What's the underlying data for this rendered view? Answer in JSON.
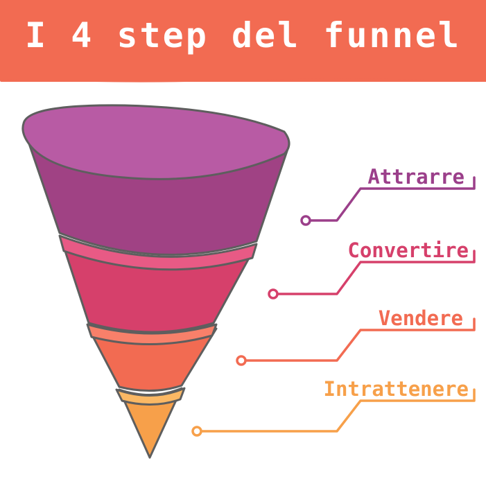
{
  "title": "I 4 step del funnel",
  "colors": {
    "header": "#f26b52",
    "outline": "#5e5e5e"
  },
  "steps": [
    {
      "label": "Attrarre",
      "color": "#9b3f8a"
    },
    {
      "label": "Convertire",
      "color": "#d6406b"
    },
    {
      "label": "Vendere",
      "color": "#f26b52"
    },
    {
      "label": "Intrattenere",
      "color": "#f7a04a"
    }
  ]
}
